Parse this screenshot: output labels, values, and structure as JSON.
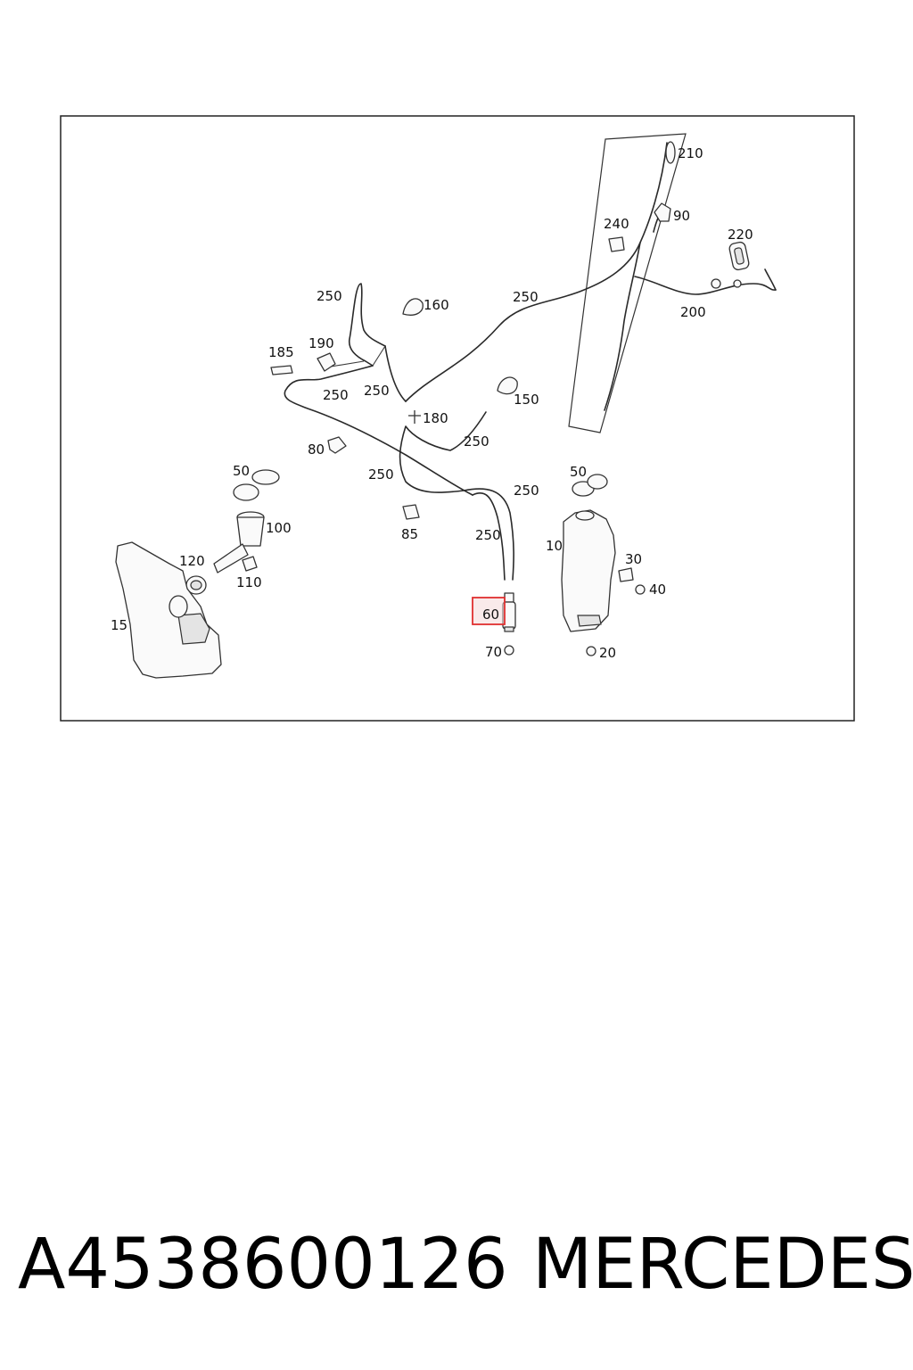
{
  "diagram": {
    "highlight_color": "#e03030",
    "highlighted_label": "60",
    "labels": {
      "210": "210",
      "90": "90",
      "240": "240",
      "220": "220",
      "200": "200",
      "250a": "250",
      "250b": "250",
      "250c": "250",
      "250d": "250",
      "250e": "250",
      "250f": "250",
      "250g": "250",
      "250h": "250",
      "160": "160",
      "185": "185",
      "190": "190",
      "150": "150",
      "180": "180",
      "80": "80",
      "50a": "50",
      "50b": "50",
      "100": "100",
      "120": "120",
      "110": "110",
      "15": "15",
      "85": "85",
      "10": "10",
      "30": "30",
      "40": "40",
      "60": "60",
      "70": "70",
      "20": "20"
    }
  },
  "caption": {
    "part_number": "A4538600126",
    "brand": "MERCEDES"
  }
}
